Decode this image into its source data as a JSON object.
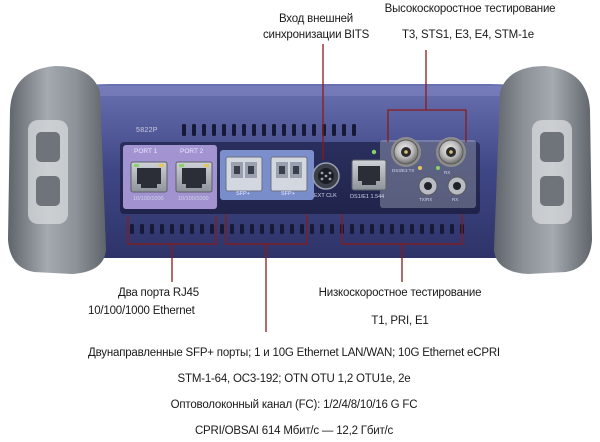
{
  "device": {
    "model": "5822P",
    "port1": "PORT 1",
    "port2": "PORT 2",
    "port1_speed": "10/100/1000",
    "port2_speed": "10/100/1000",
    "sfp1": "SFP+",
    "sfp2": "SFP+",
    "ext_clk": "EXT CLK",
    "ds1_port": "DS1/E1 1.544",
    "ds3_tx": "DS3/E3 TX",
    "ds3_rx": "RX",
    "ds1_tx": "TX/RX",
    "ds1_rx": "RX"
  },
  "callouts": {
    "ext_sync": [
      "Вход внешней",
      "синхронизации BITS"
    ],
    "high_speed": [
      "Высокоскоростное тестирование",
      "T3, STS1, E3, E4, STM-1e"
    ],
    "rj45": [
      "Два порта RJ45",
      "10/100/1000 Ethernet"
    ],
    "low_speed": [
      "Низкоскоростное тестирование",
      "T1, PRI, E1"
    ],
    "sfp": [
      "Двунаправленные SFP+ порты; 1 и 10G Ethernet LAN/WAN; 10G Ethernet eCPRI",
      "STM-1-64, OC3-192; OTN OTU 1,2 OTU1e, 2e",
      "Оптоволоконный канал (FC): 1/2/4/8/10/16 G FC",
      "CPRI/OBSAI 614 Мбит/с — 12,2 Гбит/с"
    ]
  },
  "colors": {
    "callout_line": "#8b1a1a",
    "body": "#4a5190",
    "bumper": "#8a8f96",
    "highlight_ethernet": "#b9a6e6",
    "highlight_sfp": "#8fa8e8"
  }
}
